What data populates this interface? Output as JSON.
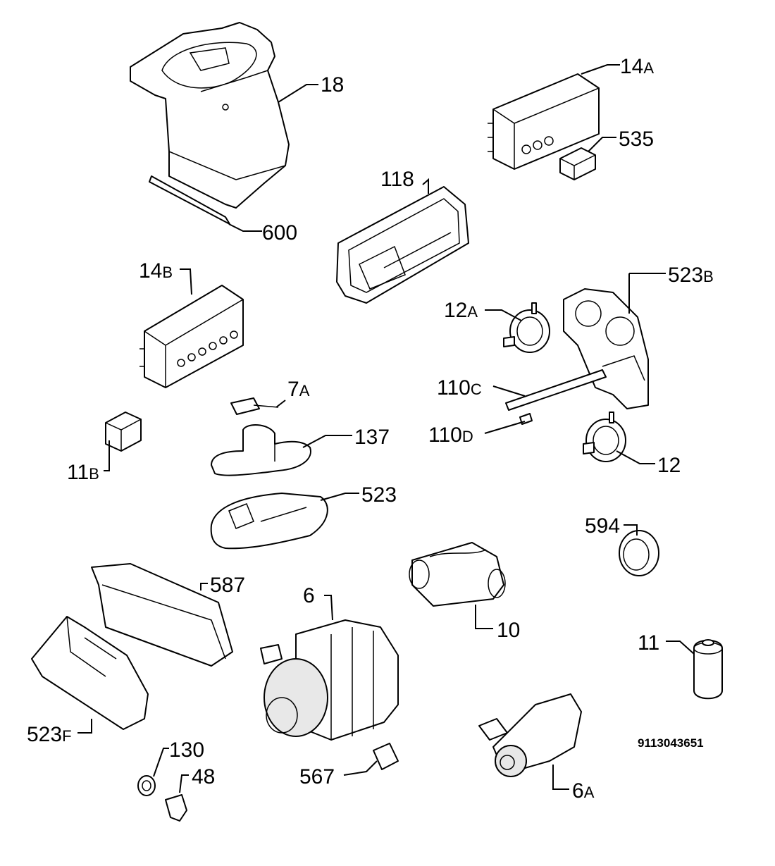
{
  "diagram": {
    "document_number": "9113043651",
    "parts": [
      {
        "id": "18",
        "label_main": "18",
        "label_suffix": ""
      },
      {
        "id": "600",
        "label_main": "600",
        "label_suffix": ""
      },
      {
        "id": "14A",
        "label_main": "14",
        "label_suffix": "A"
      },
      {
        "id": "535",
        "label_main": "535",
        "label_suffix": ""
      },
      {
        "id": "118",
        "label_main": "118",
        "label_suffix": ""
      },
      {
        "id": "14B",
        "label_main": "14",
        "label_suffix": "B"
      },
      {
        "id": "523B",
        "label_main": "523",
        "label_suffix": "B"
      },
      {
        "id": "12A",
        "label_main": "12",
        "label_suffix": "A"
      },
      {
        "id": "7A",
        "label_main": "7",
        "label_suffix": "A"
      },
      {
        "id": "110C",
        "label_main": "110",
        "label_suffix": "C"
      },
      {
        "id": "110D",
        "label_main": "110",
        "label_suffix": "D"
      },
      {
        "id": "137",
        "label_main": "137",
        "label_suffix": ""
      },
      {
        "id": "11B",
        "label_main": "11",
        "label_suffix": "B"
      },
      {
        "id": "12",
        "label_main": "12",
        "label_suffix": ""
      },
      {
        "id": "523",
        "label_main": "523",
        "label_suffix": ""
      },
      {
        "id": "594",
        "label_main": "594",
        "label_suffix": ""
      },
      {
        "id": "587",
        "label_main": "587",
        "label_suffix": ""
      },
      {
        "id": "6",
        "label_main": "6",
        "label_suffix": ""
      },
      {
        "id": "10",
        "label_main": "10",
        "label_suffix": ""
      },
      {
        "id": "11",
        "label_main": "11",
        "label_suffix": ""
      },
      {
        "id": "523F",
        "label_main": "523",
        "label_suffix": "F"
      },
      {
        "id": "130",
        "label_main": "130",
        "label_suffix": ""
      },
      {
        "id": "48",
        "label_main": "48",
        "label_suffix": ""
      },
      {
        "id": "567",
        "label_main": "567",
        "label_suffix": ""
      },
      {
        "id": "6A",
        "label_main": "6",
        "label_suffix": "A"
      }
    ]
  }
}
